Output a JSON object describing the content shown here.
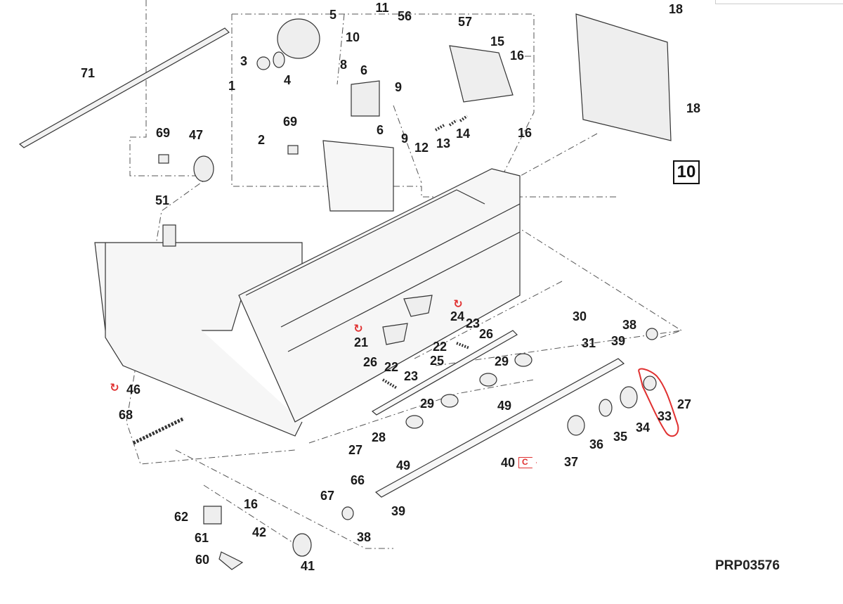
{
  "diagram": {
    "reference_code": "PRP03576",
    "sub_assembly_ref": "10",
    "change_marker_label": "C",
    "highlight_color": "#e03030",
    "line_color": "#333333",
    "callouts": [
      {
        "id": "c71",
        "text": "71"
      },
      {
        "id": "c5",
        "text": "5"
      },
      {
        "id": "c11",
        "text": "11"
      },
      {
        "id": "c56",
        "text": "56"
      },
      {
        "id": "c57",
        "text": "57"
      },
      {
        "id": "c18a",
        "text": "18"
      },
      {
        "id": "c18b",
        "text": "18"
      },
      {
        "id": "c3",
        "text": "3"
      },
      {
        "id": "c4",
        "text": "4"
      },
      {
        "id": "c10s",
        "text": "10"
      },
      {
        "id": "c8",
        "text": "8"
      },
      {
        "id": "c6a",
        "text": "6"
      },
      {
        "id": "c6b",
        "text": "6"
      },
      {
        "id": "c15",
        "text": "15"
      },
      {
        "id": "c16a",
        "text": "16"
      },
      {
        "id": "c16b",
        "text": "16"
      },
      {
        "id": "c1",
        "text": "1"
      },
      {
        "id": "c2",
        "text": "2"
      },
      {
        "id": "c9a",
        "text": "9"
      },
      {
        "id": "c9b",
        "text": "9"
      },
      {
        "id": "c12",
        "text": "12"
      },
      {
        "id": "c13",
        "text": "13"
      },
      {
        "id": "c14",
        "text": "14"
      },
      {
        "id": "c69a",
        "text": "69"
      },
      {
        "id": "c47",
        "text": "47"
      },
      {
        "id": "c69b",
        "text": "69"
      },
      {
        "id": "c51",
        "text": "51"
      },
      {
        "id": "c24",
        "text": "24"
      },
      {
        "id": "c21",
        "text": "21"
      },
      {
        "id": "c23a",
        "text": "23"
      },
      {
        "id": "c26a",
        "text": "26"
      },
      {
        "id": "c22a",
        "text": "22"
      },
      {
        "id": "c22b",
        "text": "22"
      },
      {
        "id": "c25",
        "text": "25"
      },
      {
        "id": "c23b",
        "text": "23"
      },
      {
        "id": "c26b",
        "text": "26"
      },
      {
        "id": "c30",
        "text": "30"
      },
      {
        "id": "c38a",
        "text": "38"
      },
      {
        "id": "c31",
        "text": "31"
      },
      {
        "id": "c39a",
        "text": "39"
      },
      {
        "id": "c29a",
        "text": "29"
      },
      {
        "id": "c29b",
        "text": "29"
      },
      {
        "id": "c49a",
        "text": "49"
      },
      {
        "id": "c49b",
        "text": "49"
      },
      {
        "id": "c46",
        "text": "46"
      },
      {
        "id": "c68",
        "text": "68"
      },
      {
        "id": "c27a",
        "text": "27"
      },
      {
        "id": "c28",
        "text": "28"
      },
      {
        "id": "c27b",
        "text": "27"
      },
      {
        "id": "c33",
        "text": "33"
      },
      {
        "id": "c34",
        "text": "34"
      },
      {
        "id": "c35",
        "text": "35"
      },
      {
        "id": "c36",
        "text": "36"
      },
      {
        "id": "c37",
        "text": "37"
      },
      {
        "id": "c40",
        "text": "40"
      },
      {
        "id": "c66",
        "text": "66"
      },
      {
        "id": "c67",
        "text": "67"
      },
      {
        "id": "c39b",
        "text": "39"
      },
      {
        "id": "c38b",
        "text": "38"
      },
      {
        "id": "c16c",
        "text": "16"
      },
      {
        "id": "c62",
        "text": "62"
      },
      {
        "id": "c42",
        "text": "42"
      },
      {
        "id": "c61",
        "text": "61"
      },
      {
        "id": "c60",
        "text": "60"
      },
      {
        "id": "c41",
        "text": "41"
      }
    ]
  }
}
